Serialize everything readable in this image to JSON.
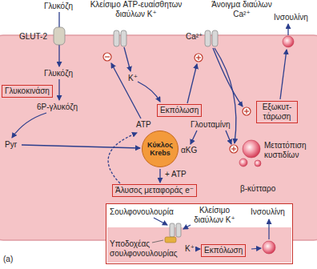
{
  "diagram": {
    "nodes": [
      {
        "text": [
          "β-κύτταρο"
        ]
      },
      {
        "text": [
          "Γλυκοκινάση"
        ],
        "in": 0
      },
      {
        "text": [
          "Κύκλος Krebs"
        ],
        "in": 0
      },
      {
        "text": [
          "Εκπόλωση"
        ],
        "in": 0
      },
      {
        "text": [
          "Εξωκυτ-τάρωση"
        ],
        "in": 0
      },
      {
        "text": [
          "Άλυσος μεταφοράς e⁻"
        ],
        "in": 0
      },
      {
        "text": [
          "Σουλφονουλουρία",
          "Κλείσιμο διαύλων K⁺",
          "Ινσουλίνη",
          "Υποδοχέας σουλφονουλουρίας",
          "K⁺"
        ]
      },
      {
        "text": [
          "Εκπόλωση"
        ],
        "in": 6
      }
    ],
    "edges": [
      {
        "from": 2,
        "to": 5,
        "arrow": "to"
      }
    ],
    "labels": [
      "Γλυκόζη",
      "GLUT-2",
      "Κλείσιμο ATP-ευαίσθητων διαύλων K⁺",
      "Άνοιγμα διαύλων Ca²⁺",
      "Ca²⁺",
      "Ινσουλίνη",
      "Γλυκόζη",
      "6P-γλυκόζη",
      "K⁺",
      "ATP",
      "Pyr",
      "Γλουταμίνη",
      "αKG",
      "Μετατόπιση κυστιδίων",
      "+ ATP",
      "(a)"
    ]
  }
}
